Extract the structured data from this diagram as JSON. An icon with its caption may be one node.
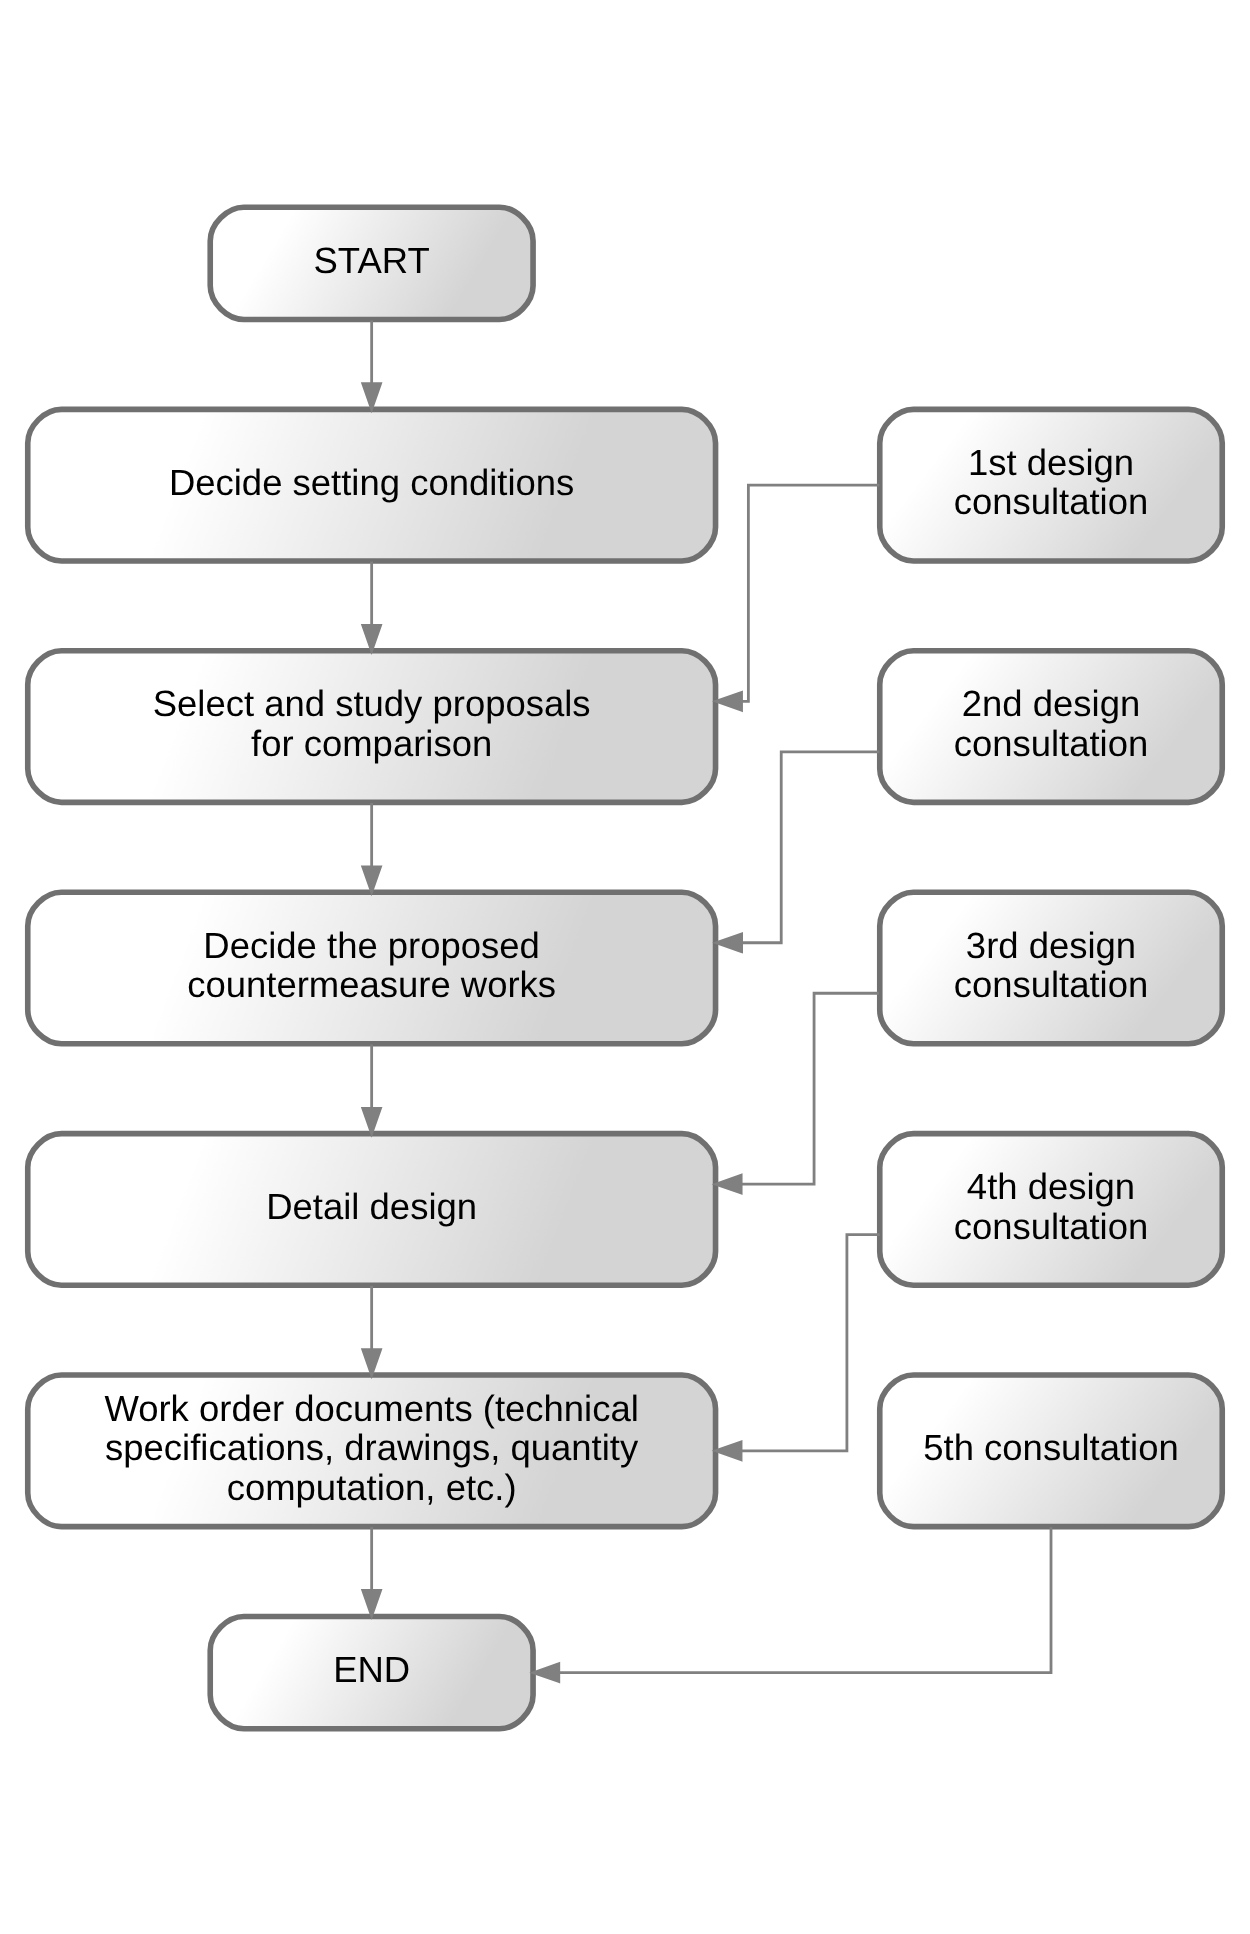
{
  "diagram": {
    "nodes": [
      {
        "text": [
          "START"
        ]
      },
      {
        "text": [
          "Decide setting conditions"
        ]
      },
      {
        "text": [
          "1st design consultation"
        ]
      },
      {
        "text": [
          "Select and study proposals for comparison"
        ]
      },
      {
        "text": [
          "2nd design consultation"
        ]
      },
      {
        "text": [
          "Decide the proposed countermeasure works"
        ]
      },
      {
        "text": [
          "3rd design consultation"
        ]
      },
      {
        "text": [
          "Detail design"
        ]
      },
      {
        "text": [
          "4th design consultation"
        ]
      },
      {
        "text": [
          "Work order documents (technical specifications, drawings, quantity computation, etc.)"
        ]
      },
      {
        "text": [
          "5th consultation"
        ]
      },
      {
        "text": [
          "END"
        ]
      }
    ],
    "edges": [
      {
        "from": 0,
        "to": 1,
        "arrow": "to"
      },
      {
        "from": 1,
        "to": 3,
        "arrow": "to"
      },
      {
        "from": 2,
        "to": 3,
        "arrow": "to"
      },
      {
        "from": 3,
        "to": 5,
        "arrow": "to"
      },
      {
        "from": 4,
        "to": 5,
        "arrow": "to"
      },
      {
        "from": 5,
        "to": 7,
        "arrow": "to"
      },
      {
        "from": 6,
        "to": 7,
        "arrow": "to"
      },
      {
        "from": 7,
        "to": 9,
        "arrow": "to"
      },
      {
        "from": 8,
        "to": 9,
        "arrow": "to"
      },
      {
        "from": 9,
        "to": 11,
        "arrow": "to"
      },
      {
        "from": 10,
        "to": 11,
        "arrow": "to"
      }
    ]
  }
}
